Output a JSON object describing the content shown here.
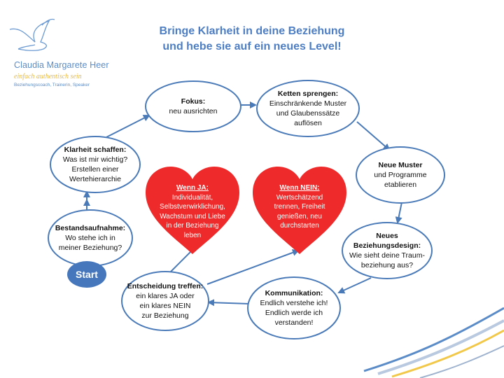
{
  "title": {
    "line1": "Bringe Klarheit in deine Beziehung",
    "line2": "und hebe sie auf ein neues Level!"
  },
  "logo": {
    "name": "Claudia Margarete Heer",
    "tagline": "einfach authentisch sein",
    "subtitle": "Beziehungscoach, Trainerin, Speaker",
    "icon": "dove-icon"
  },
  "nodes": {
    "bestand": {
      "title": "Bestandsaufnahme:",
      "line1": "Wo stehe ich in",
      "line2": "meiner Beziehung?"
    },
    "klarheit": {
      "title": "Klarheit schaffen:",
      "line1": "Was ist mir wichtig?",
      "line2": "Erstellen einer",
      "line3": "Wertehierarchie"
    },
    "fokus": {
      "title": "Fokus:",
      "line1": "neu ausrichten"
    },
    "ketten": {
      "title": "Ketten sprengen:",
      "line1": "Einschränkende  Muster",
      "line2": "und Glaubenssätze",
      "line3": "auflösen"
    },
    "muster": {
      "title": "Neue Muster",
      "line1": "und Programme",
      "line2": "etablieren"
    },
    "design": {
      "title1": "Neues",
      "title2": "Beziehungsdesign:",
      "line1": "Wie sieht deine Traum-",
      "line2": "beziehung aus?"
    },
    "kommunikation": {
      "title": "Kommunikation:",
      "line1": "Endlich verstehe ich!",
      "line2": "Endlich werde ich",
      "line3": "verstanden!"
    },
    "entscheidung": {
      "title": "Entscheidung treffen:",
      "line1": "ein klares JA oder",
      "line2": "ein klares NEIN",
      "line3": "zur Beziehung"
    }
  },
  "hearts": {
    "ja": {
      "title": "Wenn JA:",
      "line1": "Individualität,",
      "line2": "Selbstverwirklichung,",
      "line3": "Wachstum und Liebe",
      "line4": "in der Beziehung",
      "line5": "leben"
    },
    "nein": {
      "title": "Wenn NEIN:",
      "line1": "Wertschätzend",
      "line2": "trennen, Freiheit",
      "line3": "genießen, neu",
      "line4": "durchstarten"
    }
  },
  "start_label": "Start",
  "colors": {
    "accent": "#4d7ec4",
    "outline": "#4a7ab8",
    "heart": "#ef2a2a",
    "start": "#4677bd"
  }
}
